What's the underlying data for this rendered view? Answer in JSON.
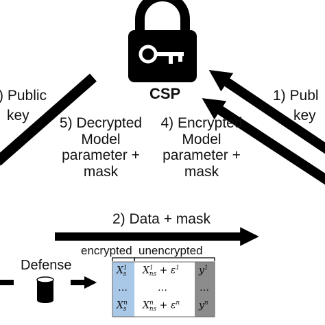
{
  "server": {
    "name": "CSP",
    "icon": "lock-with-key-icon"
  },
  "left_flow": {
    "public_key_lines": [
      ") Public",
      "key"
    ],
    "decrypted_lines": [
      "5) Decrypted",
      "Model",
      "parameter +",
      "mask"
    ]
  },
  "right_flow": {
    "public_key_lines": [
      "1) Publ",
      "key"
    ],
    "encrypted_lines": [
      "4) Encrypted",
      "Model",
      "parameter +",
      "mask"
    ]
  },
  "data_flow": {
    "label": "2) Data + mask",
    "encrypted_label": "encrypted",
    "unencrypted_label": "unencrypted"
  },
  "defense": {
    "label": "Defense",
    "icon": "database-cylinder-icon"
  },
  "table": {
    "rows": [
      {
        "xs": "X",
        "xs_sub": "s",
        "xs_sup": "1",
        "xns": "X",
        "xns_sub": "ns",
        "xns_sup": "1",
        "plus": " + ε",
        "eps_sup": "1",
        "y": "y",
        "y_sup": "1"
      },
      {
        "xs": "…",
        "xns": "…",
        "y": "…"
      },
      {
        "xs": "X",
        "xs_sub": "s",
        "xs_sup": "n",
        "xns": "X",
        "xns_sub": "ns",
        "xns_sup": "n",
        "plus": " + ε",
        "eps_sup": "n",
        "y": "y",
        "y_sup": "n"
      }
    ],
    "colors": {
      "encrypted": "#a9c8e8",
      "plain": "#ffffff",
      "label": "#8c8c8c"
    }
  },
  "colors": {
    "arrows": "#000000"
  }
}
